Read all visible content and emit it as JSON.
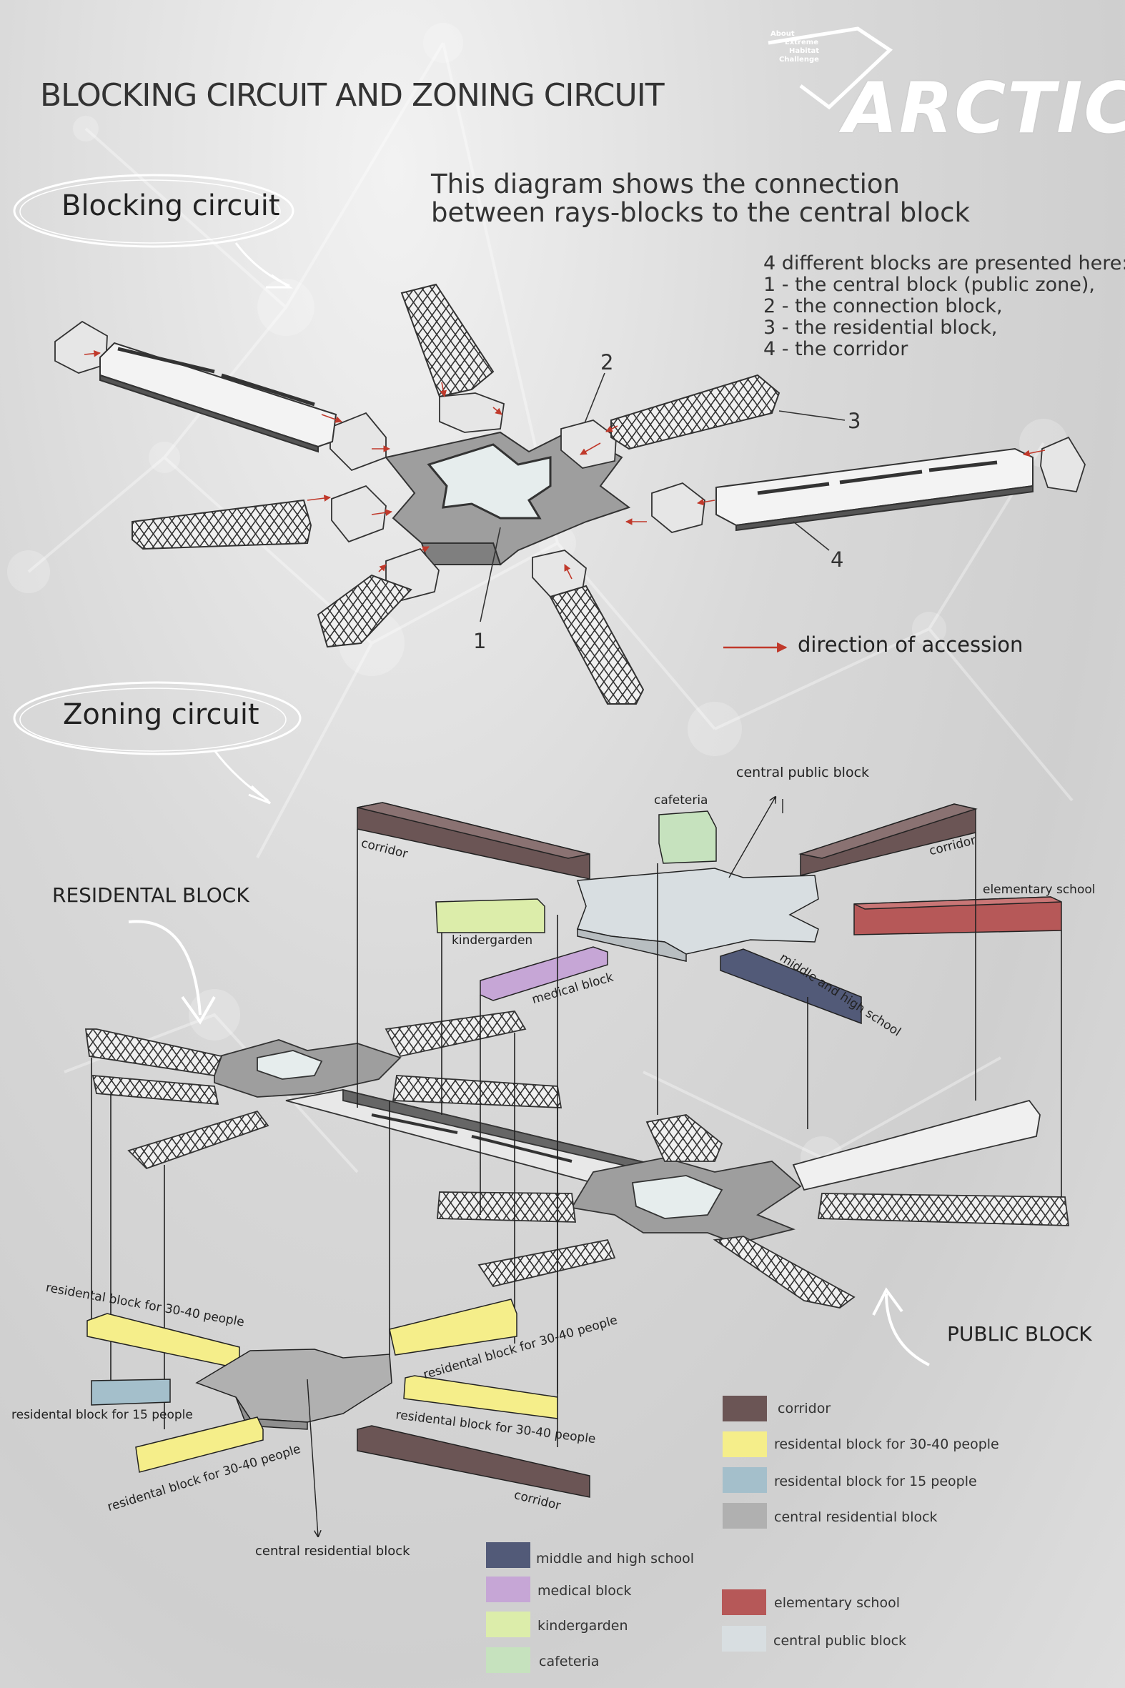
{
  "header": {
    "title": "BLOCKING CIRCUIT AND ZONING CIRCUIT",
    "brand_about": [
      "About",
      "Extreme",
      "Habitat",
      "Challenge"
    ],
    "brand_name": "ARCTIC"
  },
  "blocking": {
    "label": "Blocking circuit",
    "description": "This diagram shows the connection between rays-blocks to the central block",
    "list": [
      "4 different blocks are presented here:",
      "1 - the central block (public zone),",
      "2 - the connection block,",
      "3 - the residential block,",
      "4 - the corridor"
    ],
    "numbers": [
      "1",
      "2",
      "3",
      "4"
    ],
    "arrow_legend": "direction of accession",
    "arrow_color": "#c0392b"
  },
  "zoning": {
    "label": "Zoning circuit",
    "residential_heading": "RESIDENTAL BLOCK",
    "public_heading": "PUBLIC BLOCK",
    "labels": {
      "central_public_block": "central public block",
      "cafeteria": "cafeteria",
      "corridor_left": "corridor",
      "corridor_right": "corridor",
      "elementary_school": "elementary school",
      "kindergarden": "kindergarden",
      "medical_block": "medical block",
      "middle_high_school": "middle and high school",
      "res_30_40_a": "residental block for 30-40 people",
      "res_30_40_b": "residental block for 30-40 people",
      "res_30_40_c": "residental block for 30-40 people",
      "res_30_40_d": "residental block for 30-40 people",
      "res_15": "residental block for 15 people",
      "corridor_bottom": "corridor",
      "central_residential_block": "central residential block"
    }
  },
  "legend_residential": [
    {
      "label": "corridor",
      "color": "#6b5555"
    },
    {
      "label": "residental block for 30-40 people",
      "color": "#f5ee8a"
    },
    {
      "label": "residental block for 15 people",
      "color": "#a4bfcb"
    },
    {
      "label": "central residential block",
      "color": "#b0b0b0"
    }
  ],
  "legend_public_left": [
    {
      "label": "middle and high school",
      "color": "#525a78"
    },
    {
      "label": "medical block",
      "color": "#c6a6d6"
    },
    {
      "label": "kindergarden",
      "color": "#dcedaa"
    },
    {
      "label": "cafeteria",
      "color": "#c6e2be"
    }
  ],
  "legend_public_right": [
    {
      "label": "elementary school",
      "color": "#b65858"
    },
    {
      "label": "central public block",
      "color": "#d8dee1"
    }
  ]
}
